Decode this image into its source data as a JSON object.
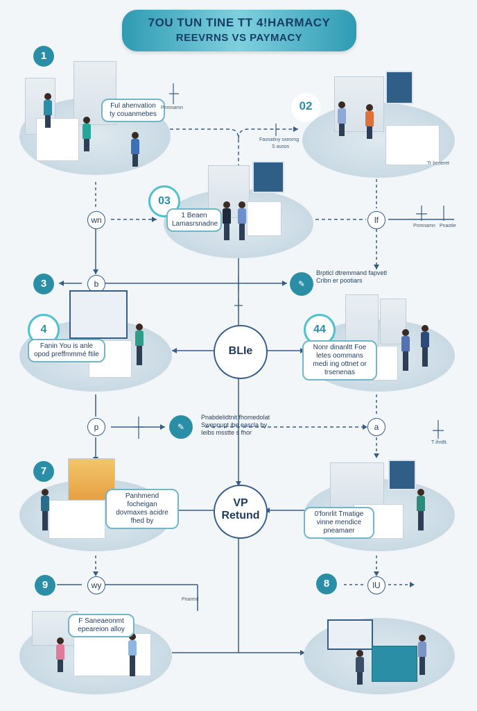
{
  "title": {
    "line1": "7OU TUN TINE TT 4!HARMACY",
    "line2": "REEVRNS VS PAYMACY"
  },
  "steps": [
    {
      "id": "s1",
      "badge": "1",
      "caption": "Ful ahenvation ty couanmebes"
    },
    {
      "id": "s2",
      "badge": "02",
      "caption": ""
    },
    {
      "id": "s3a",
      "badge": "03",
      "caption": "1 Beaen Lamasrsnadne"
    },
    {
      "id": "s3b",
      "badge": "3",
      "caption": ""
    },
    {
      "id": "s4a",
      "badge": "4",
      "caption": "Fanin You is anle opod preffmmmé ftile"
    },
    {
      "id": "s4b",
      "badge": "44",
      "caption": "Nonr dinanltt Foe letes oommans medi ing ottnet or trsenenas"
    },
    {
      "id": "s7",
      "badge": "7",
      "caption": "Panhmend focheigan dovmaxes acidre fhed by"
    },
    {
      "id": "s7b",
      "badge": "",
      "caption": "0'fonrlit Tmatige vinne mendice pneamaer"
    },
    {
      "id": "s9",
      "badge": "9",
      "caption": "F Saneaeonmt epeareion alloy"
    },
    {
      "id": "s8",
      "badge": "8",
      "caption": ""
    }
  ],
  "hubs": {
    "center_top": "BLIe",
    "center_bottom_line1": "VP",
    "center_bottom_line2": "Retund"
  },
  "nodes": {
    "wn": "wn",
    "b": "b",
    "lf": "lf",
    "p": "p",
    "a": "a",
    "wy": "wy",
    "iu": "lU"
  },
  "notes": {
    "top_right": [
      "Brpticl dtremmand fapvetl",
      "Cribn er pootiars"
    ],
    "middle": [
      "Pnabdelidtnit fhomedolat",
      "Swepnupt ibe eascla by",
      "Ieibs msstte s fhor"
    ]
  },
  "tiny_labels": {
    "a": "Fasnatiny sxeorng",
    "b": "S ausos",
    "c": "Pnmnamn",
    "d": "Pnaotie",
    "e": "Pnarmd",
    "f": "T ihrdtt.",
    "g": "Tr beneret"
  },
  "colors": {
    "accent": "#2a8fa6",
    "line": "#355c85",
    "disc": "#c9dae4"
  }
}
